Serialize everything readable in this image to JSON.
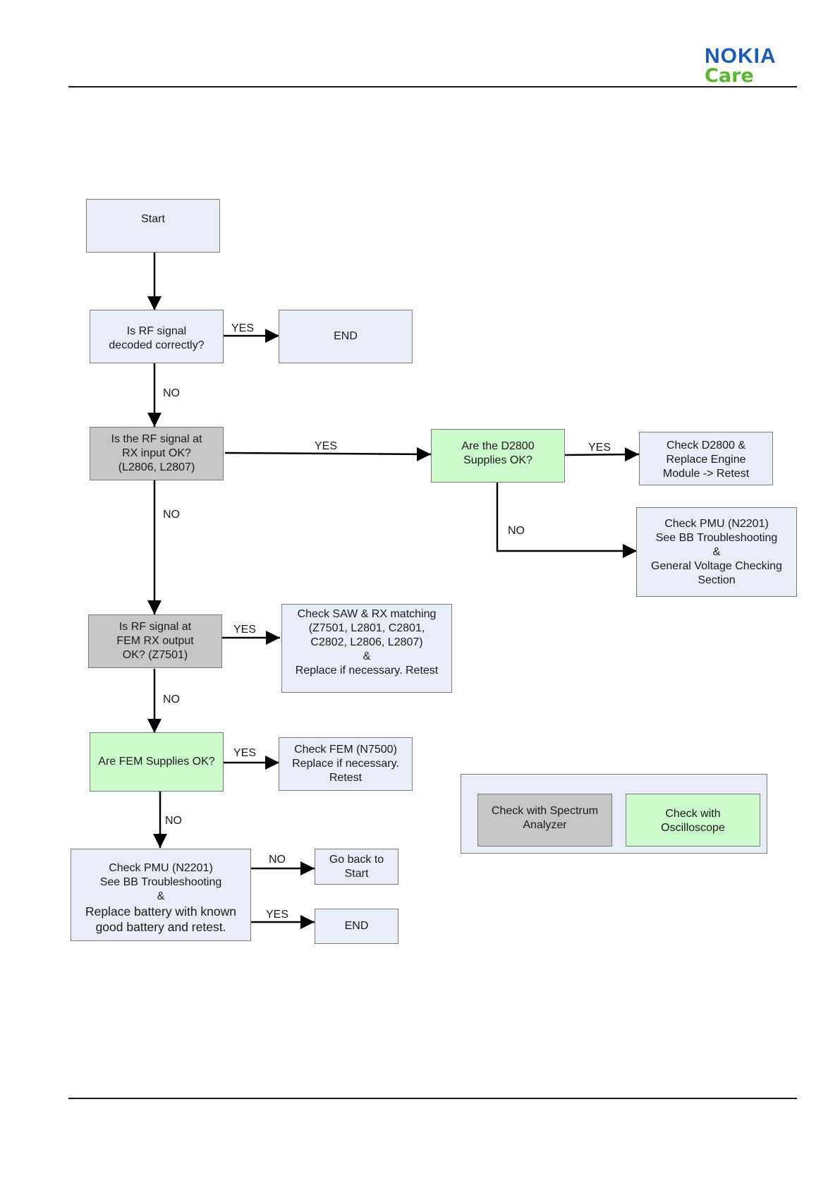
{
  "header": {
    "brand": "NOKIA",
    "brand_sub": "Care"
  },
  "nodes": {
    "start": [
      "Start"
    ],
    "q_decoded": [
      "Is RF signal",
      "decoded correctly?"
    ],
    "end_top": [
      "END"
    ],
    "q_rx_input": [
      "Is the RF signal at",
      "RX  input OK?",
      "(L2806, L2807)"
    ],
    "q_d2800": [
      "Are the D2800",
      "Supplies OK?"
    ],
    "check_d2800": [
      "Check D2800 &",
      "Replace Engine",
      "Module -> Retest"
    ],
    "check_pmu_top": [
      "Check PMU (N2201)",
      "See BB Troubleshooting",
      "&",
      "General Voltage Checking",
      "Section"
    ],
    "q_fem_output": [
      "Is RF signal at",
      "FEM RX output",
      "OK? (Z7501)"
    ],
    "check_saw": [
      "Check SAW & RX matching",
      "(Z7501, L2801, C2801,",
      "C2802, L2806, L2807)",
      "&",
      "Replace if necessary. Retest"
    ],
    "q_fem_supplies": [
      "Are FEM Supplies OK?"
    ],
    "check_fem": [
      "Check FEM (N7500)",
      "Replace if necessary.",
      "Retest"
    ],
    "check_pmu_bottom": [
      "Check PMU (N2201)",
      "See BB Troubleshooting",
      "&",
      "Replace battery with known",
      "good battery and retest."
    ],
    "go_back": [
      "Go back to",
      "Start"
    ],
    "end_bottom": [
      "END"
    ]
  },
  "edges": {
    "decoded_yes": "YES",
    "decoded_no": "NO",
    "rx_input_yes": "YES",
    "rx_input_no": "NO",
    "d2800_yes": "YES",
    "d2800_no": "NO",
    "fem_output_yes": "YES",
    "fem_output_no": "NO",
    "fem_supplies_yes": "YES",
    "fem_supplies_no": "NO",
    "pmu_no": "NO",
    "pmu_yes": "YES"
  },
  "legend": {
    "spectrum": [
      "Check with Spectrum",
      "Analyzer"
    ],
    "oscilloscope": [
      "Check with",
      "Oscilloscope"
    ]
  },
  "colors": {
    "default_box": "#e8edf8",
    "spectrum_analyzer": "#c6c6c6",
    "oscilloscope": "#ccfccc",
    "nokia_blue": "#1a5bb5",
    "care_green": "#5cb531"
  }
}
